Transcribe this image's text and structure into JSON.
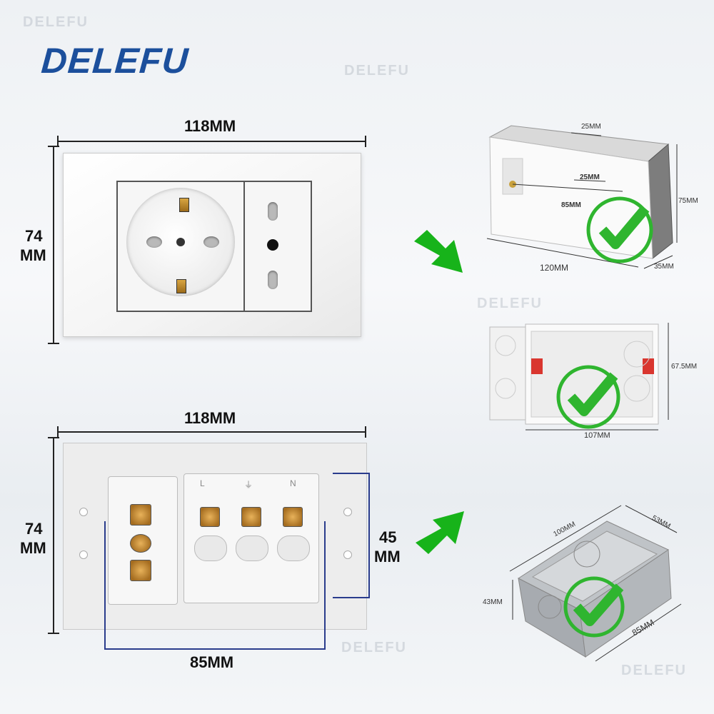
{
  "brand": {
    "logo_text": "DELEFU",
    "watermark": "DELEFU",
    "color": "#1c4f9c"
  },
  "top_switch": {
    "width_label": "118MM",
    "height_label_1": "74",
    "height_label_2": "MM"
  },
  "bottom_switch": {
    "width_label": "118MM",
    "height_label_1": "74",
    "height_label_2": "MM",
    "terminal_height_1": "45",
    "terminal_height_2": "MM",
    "mount_width_label": "85MM",
    "terminal_marks": [
      "L",
      "⏚",
      "N"
    ]
  },
  "box1": {
    "top_label": "25MM",
    "inner_label": "25MM",
    "center_label": "85MM",
    "height_label": "75MM",
    "length_label": "120MM",
    "depth_label": "35MM"
  },
  "box2": {
    "height_label": "67.5MM",
    "length_label": "107MM"
  },
  "box3": {
    "length_label": "100MM",
    "width_label": "53MM",
    "height_label": "43MM",
    "depth_label": "85MM"
  },
  "colors": {
    "accent_green": "#17b31a",
    "check_green": "#2fb52f"
  }
}
